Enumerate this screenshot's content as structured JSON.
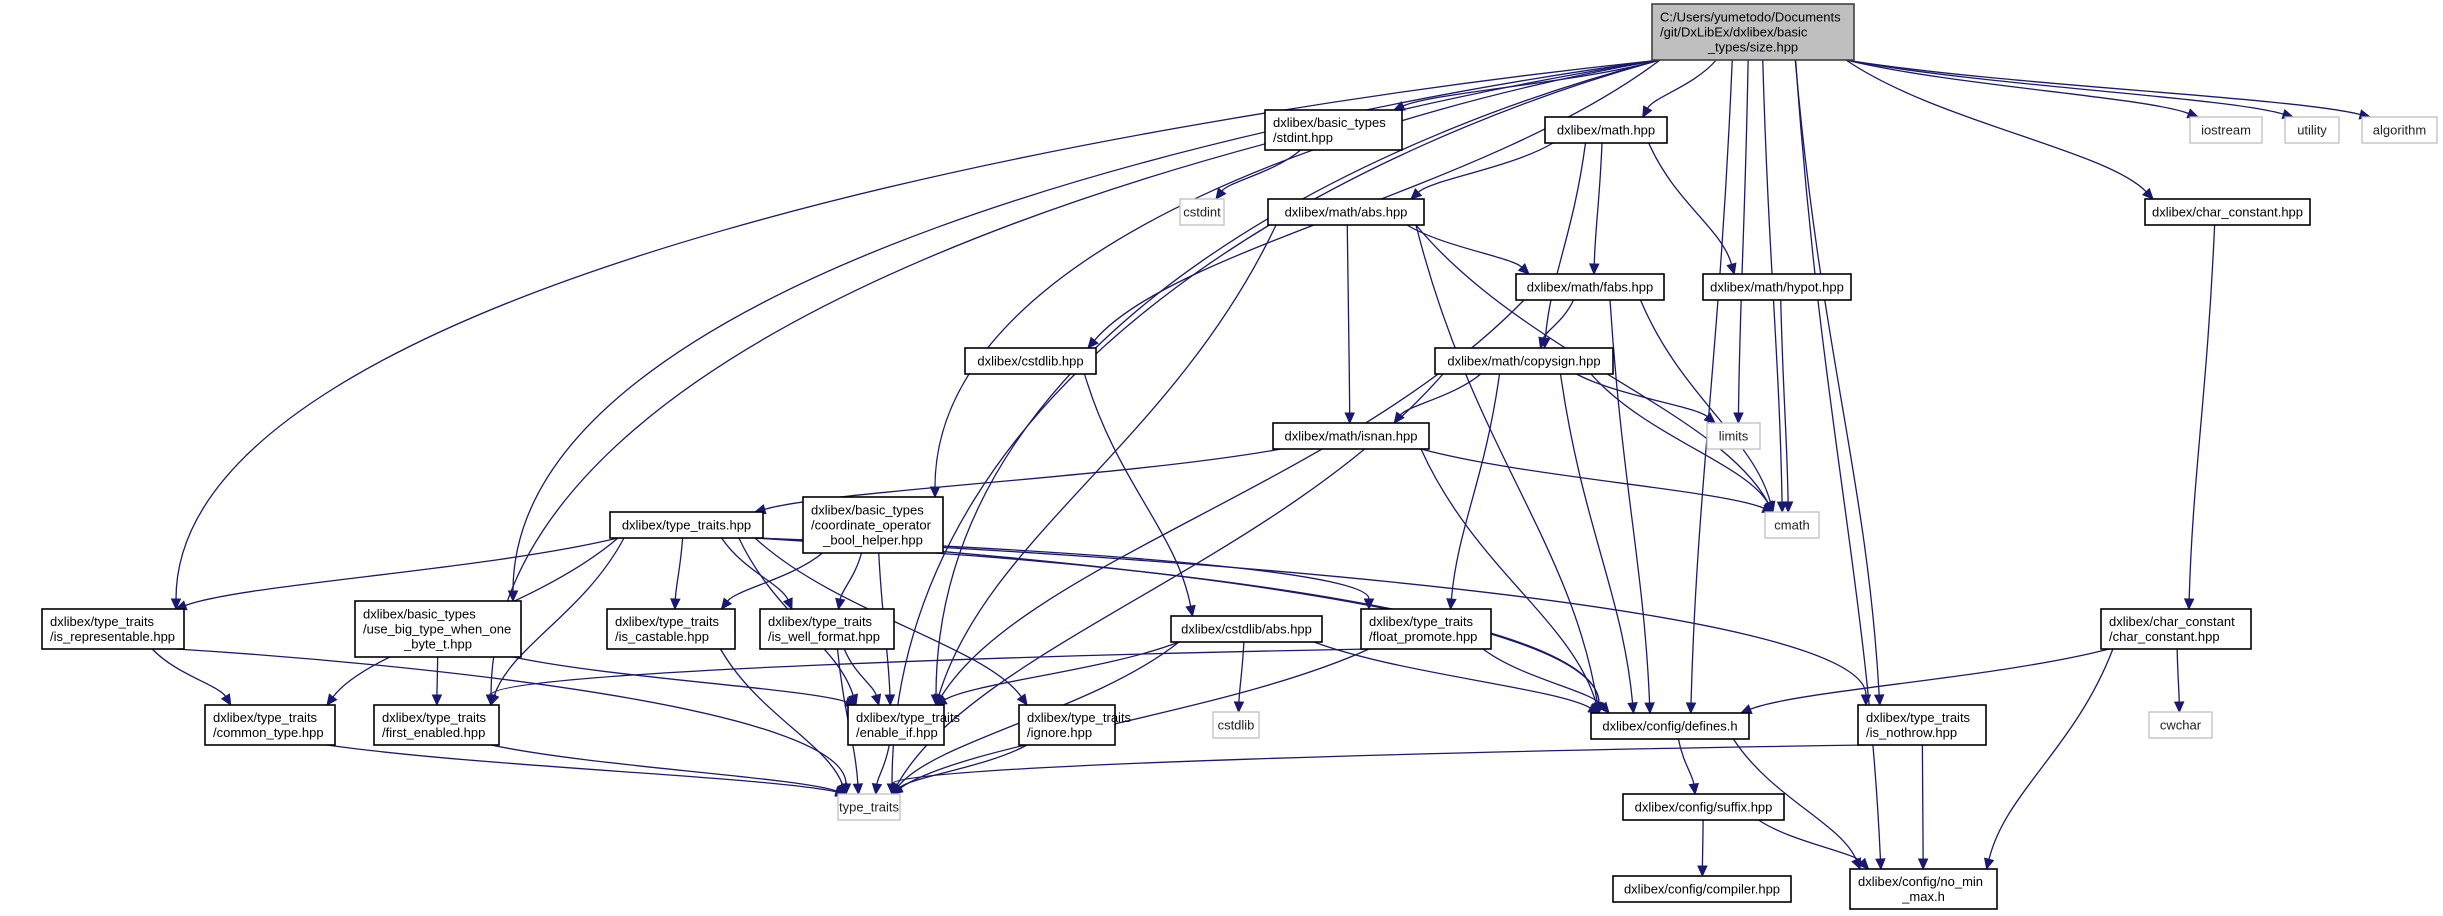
{
  "graph": {
    "type": "include-dependency-graph",
    "colors": {
      "edge": "#191970",
      "root_fill": "#bfbfbf",
      "node_border": "#000000",
      "external_border": "#bfbfbf"
    },
    "nodes": [
      {
        "id": "root",
        "kind": "root",
        "lines": [
          "C:/Users/yumetodo/Documents",
          "/git/DxLibEx/dxlibex/basic",
          "_types/size.hpp"
        ]
      },
      {
        "id": "stdint_hpp",
        "kind": "internal",
        "lines": [
          "dxlibex/basic_types",
          "/stdint.hpp"
        ]
      },
      {
        "id": "math_hpp",
        "kind": "internal",
        "lines": [
          "dxlibex/math.hpp"
        ]
      },
      {
        "id": "iostream",
        "kind": "external",
        "lines": [
          "iostream"
        ]
      },
      {
        "id": "utility",
        "kind": "external",
        "lines": [
          "utility"
        ]
      },
      {
        "id": "algorithm",
        "kind": "external",
        "lines": [
          "algorithm"
        ]
      },
      {
        "id": "char_constant_hpp",
        "kind": "internal",
        "lines": [
          "dxlibex/char_constant.hpp"
        ]
      },
      {
        "id": "cstdint",
        "kind": "external",
        "lines": [
          "cstdint"
        ]
      },
      {
        "id": "math_abs",
        "kind": "internal",
        "lines": [
          "dxlibex/math/abs.hpp"
        ]
      },
      {
        "id": "math_fabs",
        "kind": "internal",
        "lines": [
          "dxlibex/math/fabs.hpp"
        ]
      },
      {
        "id": "math_hypot",
        "kind": "internal",
        "lines": [
          "dxlibex/math/hypot.hpp"
        ]
      },
      {
        "id": "cstdlib_hpp",
        "kind": "internal",
        "lines": [
          "dxlibex/cstdlib.hpp"
        ]
      },
      {
        "id": "math_copysign",
        "kind": "internal",
        "lines": [
          "dxlibex/math/copysign.hpp"
        ]
      },
      {
        "id": "limits",
        "kind": "external",
        "lines": [
          "limits"
        ]
      },
      {
        "id": "math_isnan",
        "kind": "internal",
        "lines": [
          "dxlibex/math/isnan.hpp"
        ]
      },
      {
        "id": "cmath",
        "kind": "external",
        "lines": [
          "cmath"
        ]
      },
      {
        "id": "type_traits_hpp",
        "kind": "internal",
        "lines": [
          "dxlibex/type_traits.hpp"
        ]
      },
      {
        "id": "coord_op",
        "kind": "internal",
        "lines": [
          "dxlibex/basic_types",
          "/coordinate_operator",
          "_bool_helper.hpp"
        ]
      },
      {
        "id": "is_representable",
        "kind": "internal",
        "lines": [
          "dxlibex/type_traits",
          "/is_representable.hpp"
        ]
      },
      {
        "id": "use_big_type",
        "kind": "internal",
        "lines": [
          "dxlibex/basic_types",
          "/use_big_type_when_one",
          "_byte_t.hpp"
        ]
      },
      {
        "id": "is_castable",
        "kind": "internal",
        "lines": [
          "dxlibex/type_traits",
          "/is_castable.hpp"
        ]
      },
      {
        "id": "is_well_format",
        "kind": "internal",
        "lines": [
          "dxlibex/type_traits",
          "/is_well_format.hpp"
        ]
      },
      {
        "id": "cstdlib_abs",
        "kind": "internal",
        "lines": [
          "dxlibex/cstdlib/abs.hpp"
        ]
      },
      {
        "id": "float_promote",
        "kind": "internal",
        "lines": [
          "dxlibex/type_traits",
          "/float_promote.hpp"
        ]
      },
      {
        "id": "char_constant_inner",
        "kind": "internal",
        "lines": [
          "dxlibex/char_constant",
          "/char_constant.hpp"
        ]
      },
      {
        "id": "common_type",
        "kind": "internal",
        "lines": [
          "dxlibex/type_traits",
          "/common_type.hpp"
        ]
      },
      {
        "id": "first_enabled",
        "kind": "internal",
        "lines": [
          "dxlibex/type_traits",
          "/first_enabled.hpp"
        ]
      },
      {
        "id": "enable_if",
        "kind": "internal",
        "lines": [
          "dxlibex/type_traits",
          "/enable_if.hpp"
        ]
      },
      {
        "id": "ignore",
        "kind": "internal",
        "lines": [
          "dxlibex/type_traits",
          "/ignore.hpp"
        ]
      },
      {
        "id": "cstdlib",
        "kind": "external",
        "lines": [
          "cstdlib"
        ]
      },
      {
        "id": "defines_h",
        "kind": "internal",
        "lines": [
          "dxlibex/config/defines.h"
        ]
      },
      {
        "id": "is_nothrow",
        "kind": "internal",
        "lines": [
          "dxlibex/type_traits",
          "/is_nothrow.hpp"
        ]
      },
      {
        "id": "cwchar",
        "kind": "external",
        "lines": [
          "cwchar"
        ]
      },
      {
        "id": "type_traits_std",
        "kind": "external",
        "lines": [
          "type_traits"
        ]
      },
      {
        "id": "suffix_hpp",
        "kind": "internal",
        "lines": [
          "dxlibex/config/suffix.hpp"
        ]
      },
      {
        "id": "compiler_hpp",
        "kind": "internal",
        "lines": [
          "dxlibex/config/compiler.hpp"
        ]
      },
      {
        "id": "no_min_max",
        "kind": "internal",
        "lines": [
          "dxlibex/config/no_min",
          "_max.h"
        ]
      }
    ],
    "edges": [
      [
        "root",
        "stdint_hpp"
      ],
      [
        "root",
        "math_hpp"
      ],
      [
        "root",
        "iostream"
      ],
      [
        "root",
        "utility"
      ],
      [
        "root",
        "algorithm"
      ],
      [
        "root",
        "char_constant_hpp"
      ],
      [
        "root",
        "cstdlib_hpp"
      ],
      [
        "root",
        "limits"
      ],
      [
        "root",
        "cmath"
      ],
      [
        "root",
        "coord_op"
      ],
      [
        "root",
        "is_representable"
      ],
      [
        "root",
        "use_big_type"
      ],
      [
        "root",
        "first_enabled"
      ],
      [
        "root",
        "enable_if"
      ],
      [
        "root",
        "type_traits_std"
      ],
      [
        "root",
        "defines_h"
      ],
      [
        "root",
        "is_nothrow"
      ],
      [
        "root",
        "no_min_max"
      ],
      [
        "stdint_hpp",
        "cstdint"
      ],
      [
        "math_hpp",
        "math_abs"
      ],
      [
        "math_hpp",
        "math_fabs"
      ],
      [
        "math_hpp",
        "math_hypot"
      ],
      [
        "math_hpp",
        "math_copysign"
      ],
      [
        "math_abs",
        "math_fabs"
      ],
      [
        "math_abs",
        "math_isnan"
      ],
      [
        "math_abs",
        "cmath"
      ],
      [
        "math_abs",
        "enable_if"
      ],
      [
        "math_abs",
        "defines_h"
      ],
      [
        "math_fabs",
        "math_copysign"
      ],
      [
        "math_fabs",
        "cmath"
      ],
      [
        "math_fabs",
        "enable_if"
      ],
      [
        "math_fabs",
        "defines_h"
      ],
      [
        "math_hypot",
        "cmath"
      ],
      [
        "math_copysign",
        "math_isnan"
      ],
      [
        "math_copysign",
        "limits"
      ],
      [
        "math_copysign",
        "cmath"
      ],
      [
        "math_copysign",
        "float_promote"
      ],
      [
        "math_copysign",
        "defines_h"
      ],
      [
        "math_copysign",
        "type_traits_std"
      ],
      [
        "math_isnan",
        "type_traits_hpp"
      ],
      [
        "math_isnan",
        "cmath"
      ],
      [
        "math_isnan",
        "defines_h"
      ],
      [
        "cstdlib_hpp",
        "cstdlib_abs"
      ],
      [
        "type_traits_hpp",
        "is_representable"
      ],
      [
        "type_traits_hpp",
        "is_castable"
      ],
      [
        "type_traits_hpp",
        "is_well_format"
      ],
      [
        "type_traits_hpp",
        "common_type"
      ],
      [
        "type_traits_hpp",
        "first_enabled"
      ],
      [
        "type_traits_hpp",
        "enable_if"
      ],
      [
        "type_traits_hpp",
        "ignore"
      ],
      [
        "type_traits_hpp",
        "float_promote"
      ],
      [
        "type_traits_hpp",
        "is_nothrow"
      ],
      [
        "type_traits_hpp",
        "defines_h"
      ],
      [
        "coord_op",
        "is_castable"
      ],
      [
        "coord_op",
        "is_well_format"
      ],
      [
        "coord_op",
        "enable_if"
      ],
      [
        "coord_op",
        "defines_h"
      ],
      [
        "is_representable",
        "common_type"
      ],
      [
        "is_representable",
        "type_traits_std"
      ],
      [
        "use_big_type",
        "first_enabled"
      ],
      [
        "use_big_type",
        "enable_if"
      ],
      [
        "is_castable",
        "type_traits_std"
      ],
      [
        "is_well_format",
        "enable_if"
      ],
      [
        "is_well_format",
        "type_traits_std"
      ],
      [
        "cstdlib_abs",
        "cstdlib"
      ],
      [
        "cstdlib_abs",
        "enable_if"
      ],
      [
        "cstdlib_abs",
        "defines_h"
      ],
      [
        "cstdlib_abs",
        "type_traits_std"
      ],
      [
        "float_promote",
        "first_enabled"
      ],
      [
        "float_promote",
        "defines_h"
      ],
      [
        "float_promote",
        "type_traits_std"
      ],
      [
        "char_constant_hpp",
        "char_constant_inner"
      ],
      [
        "char_constant_inner",
        "cwchar"
      ],
      [
        "char_constant_inner",
        "defines_h"
      ],
      [
        "char_constant_inner",
        "no_min_max"
      ],
      [
        "common_type",
        "type_traits_std"
      ],
      [
        "first_enabled",
        "type_traits_std"
      ],
      [
        "enable_if",
        "type_traits_std"
      ],
      [
        "ignore",
        "type_traits_std"
      ],
      [
        "defines_h",
        "suffix_hpp"
      ],
      [
        "defines_h",
        "no_min_max"
      ],
      [
        "is_nothrow",
        "type_traits_std"
      ],
      [
        "is_nothrow",
        "no_min_max"
      ],
      [
        "suffix_hpp",
        "compiler_hpp"
      ],
      [
        "suffix_hpp",
        "no_min_max"
      ]
    ]
  }
}
